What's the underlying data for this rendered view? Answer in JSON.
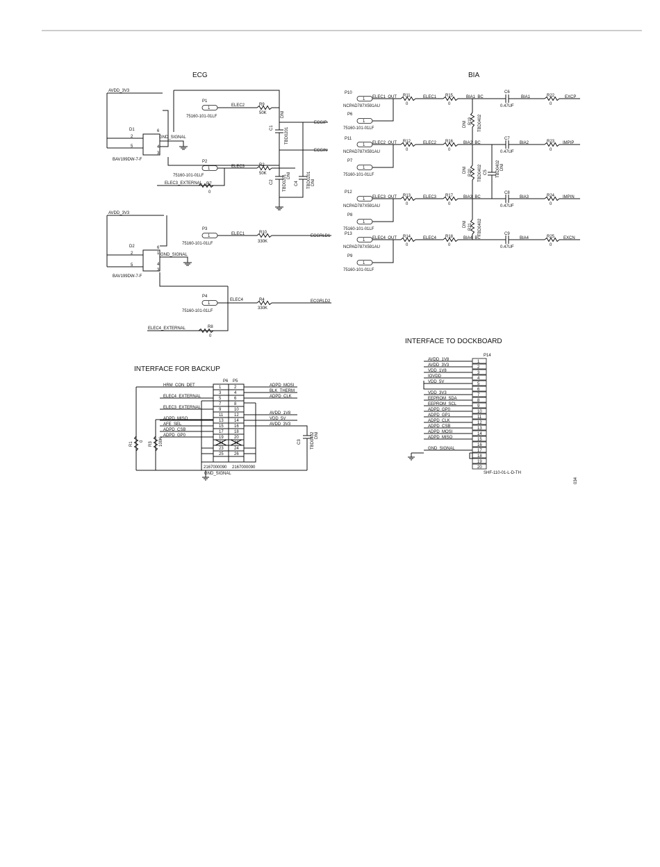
{
  "sections": {
    "ecg": "ECG",
    "bia": "BIA",
    "backup": "INTERFACE FOR BACKUP",
    "dock": "INTERFACE TO DOCKBOARD"
  },
  "ecg": {
    "avdd_1": "AVDD_3V3",
    "avdd_2": "AVDD_3V3",
    "d1": "D1",
    "d2": "D2",
    "d1_part": "BAV199DW-7-F",
    "d2_part": "BAV199DW-7-F",
    "gnd_signal_1": "GND_SIGNAL",
    "gnd_signal_2": "GND_SIGNAL",
    "d_pins": [
      "2",
      "5",
      "6",
      "1",
      "4",
      "3"
    ],
    "p1": "P1",
    "p2": "P2",
    "p3": "P3",
    "p4": "P4",
    "pin1": "1",
    "part_75160": "75160-101-01LF",
    "elec2": "ELEC2",
    "elec3": "ELEC3",
    "elec1": "ELEC1",
    "elec4": "ELEC4",
    "r9": "R9",
    "r9_val": "50K",
    "r2": "R2",
    "r2_val": "50K",
    "r7": "R7",
    "r7_val": "0",
    "r10": "R10",
    "r10_val": "330K",
    "r4": "R4",
    "r4_val": "330K",
    "r8": "R8",
    "r8_val": "0",
    "c1": "C1",
    "c1_val": "TBD0201",
    "c2": "C2",
    "c2_val": "TBD0201",
    "c4": "C4",
    "c4_val": "TBD0201",
    "dni": "DNI",
    "ecgip": "ECGIP",
    "ecgin": "ECGIN",
    "ecgrld1": "ECGRLD1",
    "ecgrld2": "ECGRLD2",
    "elec3_ext": "ELEC3_EXTERNAL",
    "elec4_ext": "ELEC4_EXTERNAL"
  },
  "bia": {
    "p10": "P10",
    "p11": "P11",
    "p12": "P12",
    "p13": "P13",
    "p6": "P6",
    "p7": "P7",
    "p8": "P8",
    "p9": "P9",
    "ncpad": "NCPAD787X591AU",
    "part_75160": "75160-101-01LF",
    "elec1_out": "ELEC1_OUT",
    "elec2_out": "ELEC2_OUT",
    "elec3_out": "ELEC3_OUT",
    "elec4_out": "ELEC4_OUT",
    "elec1": "ELEC1",
    "elec2": "ELEC2",
    "elec3": "ELEC3",
    "elec4": "ELEC4",
    "r11": "R11",
    "r12": "R12",
    "r13": "R13",
    "r14": "R14",
    "r15": "R15",
    "r16": "R16",
    "r17": "R17",
    "r18": "R18",
    "r19": "R19",
    "r20": "R20",
    "r21": "R21",
    "r22": "R22",
    "r23": "R23",
    "r24": "R24",
    "r25": "R25",
    "zero": "0",
    "bia1_bc": "BIA1_BC",
    "bia2_bc": "BIA2_BC",
    "bia3_bc": "BIA3_BC",
    "bia4_bc": "BIA4_BC",
    "c6": "C6",
    "c7": "C7",
    "c8": "C8",
    "c9": "C9",
    "c5": "C5",
    "cap_val": "0.47UF",
    "tbd0402": "TBD0402",
    "dni": "DNI",
    "bia1": "BIA1",
    "bia2": "BIA2",
    "bia3": "BIA3",
    "bia4": "BIA4",
    "excp": "EXCP",
    "impip": "IMPIP",
    "impin": "IMPIN",
    "excn": "EXCN"
  },
  "backup": {
    "p6": "P6",
    "p5": "P5",
    "left_pins": [
      "1",
      "3",
      "5",
      "7",
      "9",
      "11",
      "13",
      "15",
      "17",
      "19",
      "21",
      "23",
      "25"
    ],
    "right_pins": [
      "2",
      "4",
      "6",
      "8",
      "10",
      "12",
      "14",
      "16",
      "18",
      "20",
      "22",
      "24",
      "26"
    ],
    "left_nets": [
      "HRM_CON_DET",
      "",
      "ELEC4_EXTERNAL",
      "",
      "ELEC3_EXTERNAL",
      "",
      "ADPD_MISO",
      "AFE_SEL",
      "ADPD_CSB",
      "ADPD_GP0",
      "",
      "",
      ""
    ],
    "right_nets": [
      "ADPD_MOSI",
      "BLK_THERM",
      "ADPD_CLK",
      "",
      "",
      "AVDD_1V8",
      "VDD_5V",
      "AVDD_3V3",
      "",
      "",
      "",
      "",
      ""
    ],
    "part_left": "2167000090",
    "part_right": "2167000090",
    "gnd_signal": "GND_SIGNAL",
    "r1": "R1",
    "r1_val": "0",
    "r3": "R3",
    "r3_val": "100K",
    "c3": "C3",
    "c3_val": "TBD0402",
    "c3_dni": "DNI"
  },
  "dock": {
    "ref": "P14",
    "pins": [
      "1",
      "2",
      "3",
      "4",
      "5",
      "6",
      "7",
      "8",
      "9",
      "10",
      "11",
      "12",
      "13",
      "14",
      "15",
      "16",
      "17",
      "18",
      "19",
      "20"
    ],
    "nets": [
      "AVDD_1V8",
      "AVDD_3V3",
      "VDD_1V8",
      "IOVDD",
      "VDD_5V",
      "",
      "VDD_3V3",
      "EEPROM_SDA",
      "EEPROM_SCL",
      "ADPD_GP0",
      "ADPD_GP1",
      "ADPD_CLK",
      "ADPD_CSB",
      "ADPD_MOSI",
      "ADPD_MISO",
      "",
      "GND_SIGNAL",
      "",
      "",
      ""
    ],
    "part": "SHF-110-01-L-D-TH",
    "fig": "034"
  }
}
